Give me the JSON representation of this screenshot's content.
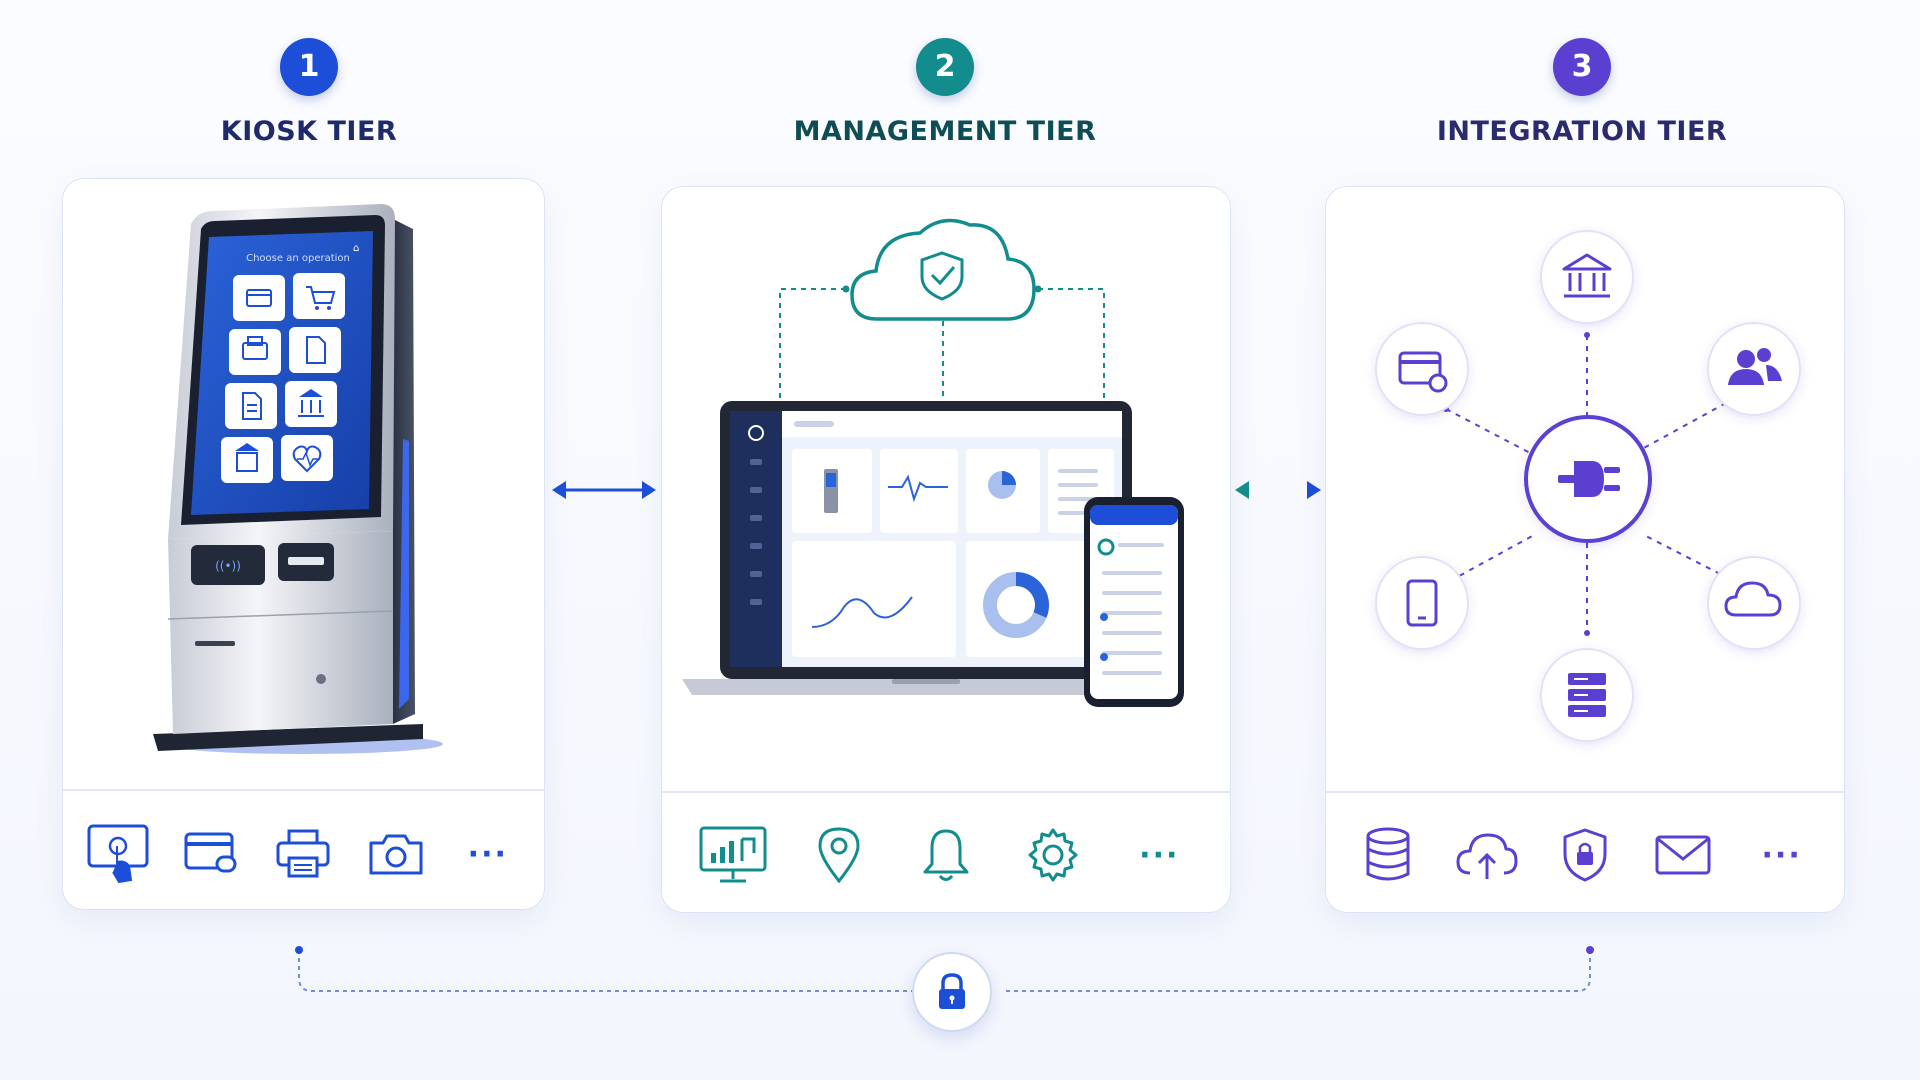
{
  "tiers": [
    {
      "number": "1",
      "title": "KIOSK TIER",
      "color": "#1d4ed8"
    },
    {
      "number": "2",
      "title": "MANAGEMENT TIER",
      "color": "#0f8a8a"
    },
    {
      "number": "3",
      "title": "INTEGRATION TIER",
      "color": "#5b3fd1"
    }
  ],
  "kiosk": {
    "screen_prompt": "Choose an operation",
    "tiles": [
      "card-icon",
      "cart-icon",
      "printer-icon",
      "document-icon",
      "file-icon",
      "bank-icon",
      "building-icon",
      "heart-icon"
    ],
    "footer_icons": [
      "touch-screen-icon",
      "card-reader-icon",
      "printer-icon",
      "camera-icon",
      "more-icon"
    ]
  },
  "management": {
    "cloud_icon": "shield-check-icon",
    "footer_icons": [
      "analytics-monitor-icon",
      "location-pin-icon",
      "bell-icon",
      "gear-icon",
      "more-icon"
    ]
  },
  "integration": {
    "hub_icon": "plug-icon",
    "nodes": [
      "bank-icon",
      "users-icon",
      "cloud-icon",
      "server-icon",
      "mobile-icon",
      "payment-card-icon"
    ],
    "footer_icons": [
      "database-icon",
      "cloud-upload-icon",
      "shield-lock-icon",
      "mail-icon",
      "more-icon"
    ]
  },
  "more_label": "···",
  "security": {
    "icon": "lock-icon"
  },
  "colors": {
    "blue": "#1d4ed8",
    "teal": "#0f8a8a",
    "purple": "#5b3fd1",
    "navy": "#1e2a5a"
  }
}
